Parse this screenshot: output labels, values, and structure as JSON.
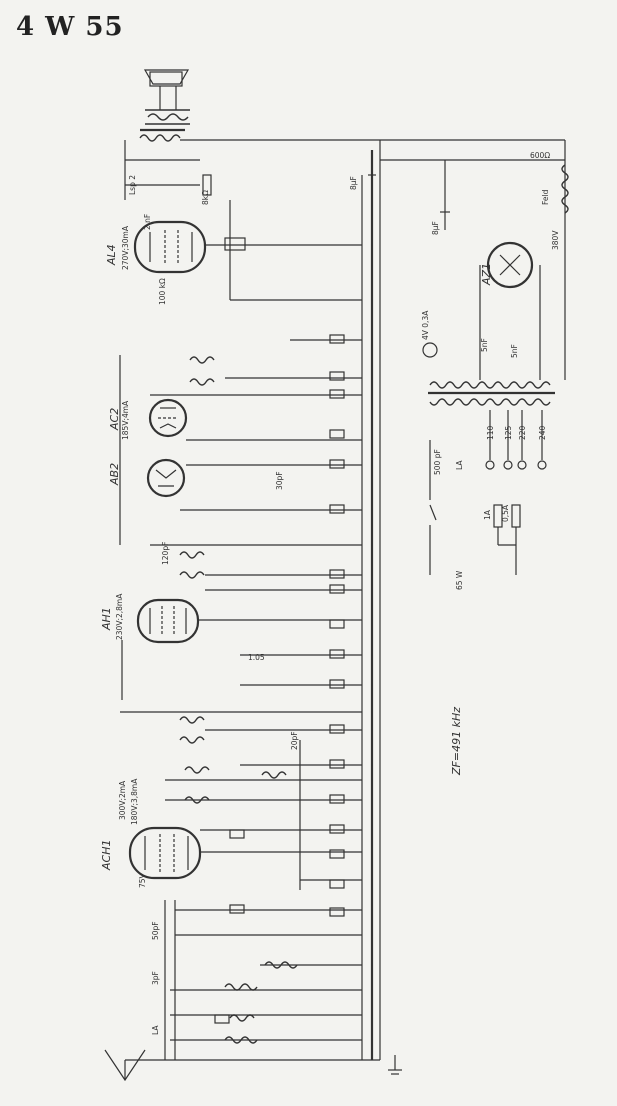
{
  "title": "4 W 55",
  "tubes": {
    "al4": "AL4",
    "ac2": "AC2",
    "ab2": "AB2",
    "ah1": "AH1",
    "ach1": "ACH1",
    "az1": "AZ1"
  },
  "tube_ratings": {
    "al4": "270V;30mA",
    "ac2": "185V;4mA",
    "ah1": "230V;2,8mA",
    "ach1_a": "300V;2mA",
    "ach1_b": "180V;3,8mA",
    "ach1_k": "75V",
    "az1_v": "380V"
  },
  "labels": {
    "if": "ZF=491 kHz",
    "power": "65 W",
    "field": "Feld",
    "field_r": "600Ω",
    "mains": [
      "110",
      "125",
      "220",
      "240"
    ],
    "fuse1": "1A",
    "fuse2": "0,5A",
    "lamp": "4V 0,3A",
    "c8": "8μF",
    "c8b": "8μF",
    "c50pf": "50pF",
    "c3pf": "3pF",
    "la": "LA",
    "la2": "LA",
    "c500pf": "500 pF",
    "c30pf": "30pF",
    "c20pf": "20pF",
    "c120pf": "120pF",
    "r100": "100 kΩ",
    "r105": "1.05",
    "lsp": "Lsp 2",
    "r8k": "8kΩ",
    "c2nf": "2 nF",
    "c5nf": "5nF",
    "c5nf2": "5nF"
  }
}
